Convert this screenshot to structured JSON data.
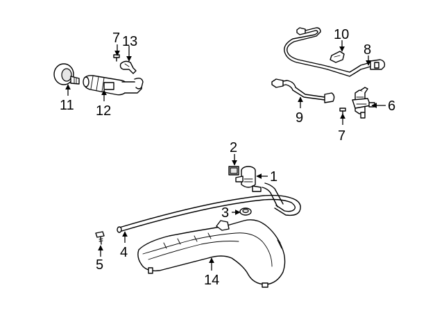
{
  "diagram": {
    "callouts": [
      {
        "id": "callout-7-top",
        "text": "7"
      },
      {
        "id": "callout-13",
        "text": "13"
      },
      {
        "id": "callout-11",
        "text": "11"
      },
      {
        "id": "callout-12",
        "text": "12"
      },
      {
        "id": "callout-10",
        "text": "10"
      },
      {
        "id": "callout-8",
        "text": "8"
      },
      {
        "id": "callout-9",
        "text": "9"
      },
      {
        "id": "callout-6",
        "text": "6"
      },
      {
        "id": "callout-7-right",
        "text": "7"
      },
      {
        "id": "callout-2",
        "text": "2"
      },
      {
        "id": "callout-1",
        "text": "1"
      },
      {
        "id": "callout-3",
        "text": "3"
      },
      {
        "id": "callout-4",
        "text": "4"
      },
      {
        "id": "callout-5",
        "text": "5"
      },
      {
        "id": "callout-14",
        "text": "14"
      }
    ]
  }
}
